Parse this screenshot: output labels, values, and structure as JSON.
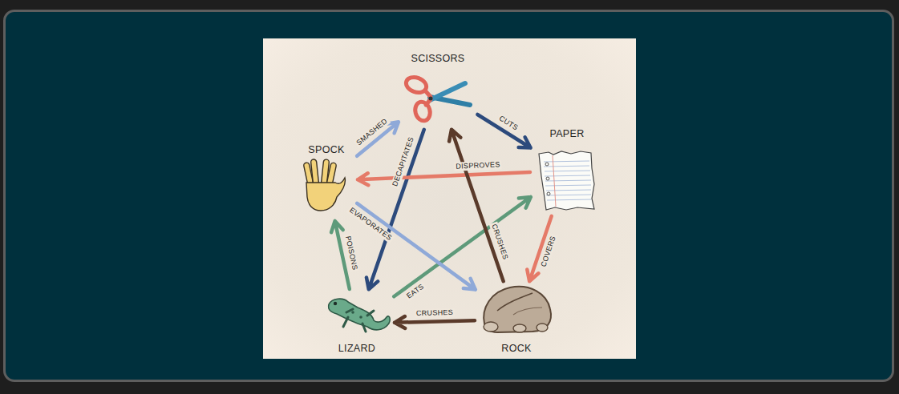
{
  "diagram": {
    "nodes": [
      {
        "text": [
          "SCISSORS"
        ]
      },
      {
        "text": [
          "PAPER"
        ]
      },
      {
        "text": [
          "ROCK"
        ]
      },
      {
        "text": [
          "LIZARD"
        ]
      },
      {
        "text": [
          "SPOCK"
        ]
      }
    ],
    "edges": [
      {
        "from": 0,
        "to": 1,
        "label": "CUTS",
        "arrow": "to"
      },
      {
        "from": 1,
        "to": 2,
        "label": "COVERS",
        "arrow": "to"
      },
      {
        "from": 2,
        "to": 3,
        "label": "CRUSHES",
        "arrow": "to"
      },
      {
        "from": 3,
        "to": 4,
        "label": "POISONS",
        "arrow": "to"
      },
      {
        "from": 4,
        "to": 0,
        "label": "SMASHED",
        "arrow": "to"
      },
      {
        "from": 0,
        "to": 3,
        "label": "DECAPITATES",
        "arrow": "to"
      },
      {
        "from": 3,
        "to": 1,
        "label": "EATS",
        "arrow": "to"
      },
      {
        "from": 1,
        "to": 4,
        "label": "DISPROVES",
        "arrow": "to"
      },
      {
        "from": 4,
        "to": 2,
        "label": "EVAPORATES",
        "arrow": "to"
      },
      {
        "from": 2,
        "to": 0,
        "label": "CRUSHES",
        "arrow": "to"
      }
    ]
  }
}
